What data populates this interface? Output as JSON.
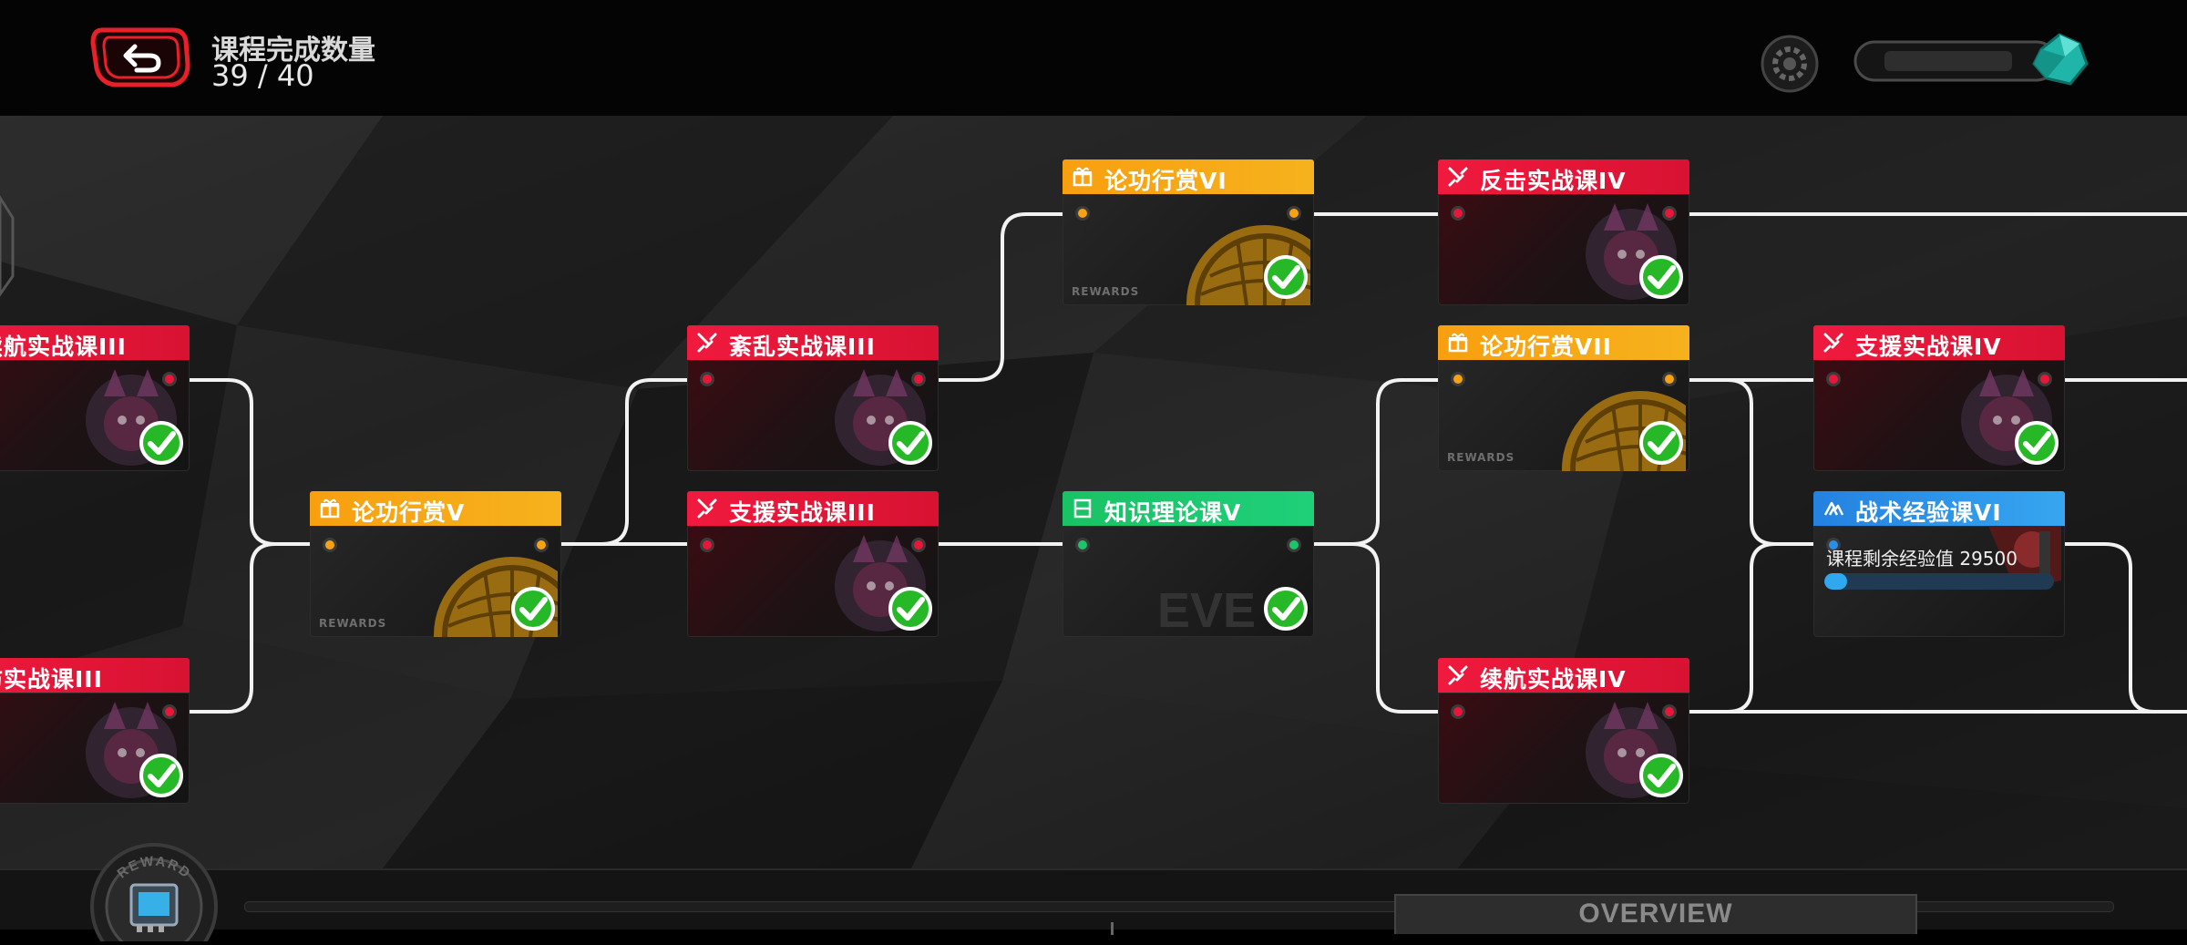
{
  "header": {
    "progress_label": "课程完成数量",
    "progress_value": "39 / 40",
    "progress_done": 39,
    "progress_total": 40
  },
  "icons": {
    "back": "back-arrow-icon",
    "gear": "gear-icon",
    "crystal": "crystal-icon",
    "battle": "crossed-swords-icon",
    "reward": "gift-box-icon",
    "theory": "book-icon",
    "tactic": "arrow-up-icon",
    "check": "checkmark-icon",
    "chip": "chip-icon"
  },
  "colors": {
    "battle": "#e8173a",
    "reward": "#f7a114",
    "theory": "#1cc46a",
    "tactic": "#2a8ee6",
    "check": "#2ecc2e",
    "back": "#e8202a"
  },
  "cards": [
    {
      "id": "c1",
      "title": "续航实战课III",
      "type": "battle",
      "complete": true
    },
    {
      "id": "c2",
      "title": "防实战课III",
      "type": "battle",
      "complete": true
    },
    {
      "id": "c3",
      "title": "论功行赏V",
      "type": "reward",
      "complete": true,
      "footer": "REWARDS"
    },
    {
      "id": "c4",
      "title": "紊乱实战课III",
      "type": "battle",
      "complete": true
    },
    {
      "id": "c5",
      "title": "支援实战课III",
      "type": "battle",
      "complete": true
    },
    {
      "id": "c6",
      "title": "论功行赏VI",
      "type": "reward",
      "complete": true,
      "footer": "REWARDS"
    },
    {
      "id": "c7",
      "title": "知识理论课V",
      "type": "theory",
      "complete": true,
      "watermark": "EVE"
    },
    {
      "id": "c8",
      "title": "反击实战课IV",
      "type": "battle",
      "complete": true
    },
    {
      "id": "c9",
      "title": "论功行赏VII",
      "type": "reward",
      "complete": true,
      "footer": "REWARDS"
    },
    {
      "id": "c10",
      "title": "续航实战课IV",
      "type": "battle",
      "complete": true
    },
    {
      "id": "c11",
      "title": "支援实战课IV",
      "type": "battle",
      "complete": true
    },
    {
      "id": "c12",
      "title": "战术经验课VI",
      "type": "tactic",
      "complete": false,
      "exp_text": "课程剩余经验值 29500",
      "exp_fraction": 0.1
    }
  ],
  "footer": {
    "overview_label": "OVERVIEW",
    "reward_label": "REWARD"
  }
}
